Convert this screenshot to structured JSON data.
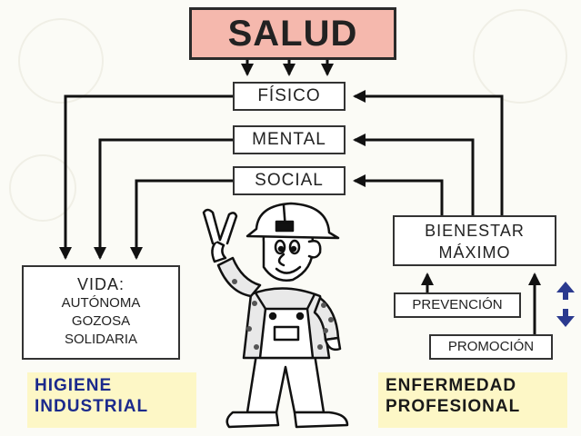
{
  "diagram": {
    "top": "SALUD",
    "components": [
      "FÍSICO",
      "MENTAL",
      "SOCIAL"
    ],
    "vida": {
      "title": "VIDA:",
      "lines": [
        "AUTÓNOMA",
        "GOZOSA",
        "SOLIDARIA"
      ]
    },
    "bienestar": [
      "BIENESTAR",
      "MÁXIMO"
    ],
    "prevencion": "PREVENCIÓN",
    "promocion": "PROMOCIÓN",
    "higiene": [
      "HIGIENE",
      "INDUSTRIAL"
    ],
    "enfermedad": [
      "ENFERMEDAD",
      "PROFESIONAL"
    ]
  },
  "colors": {
    "salud_fill": "#f5b8ad",
    "higiene_text": "#1b2a8c",
    "label_bg": "#fdf7c6",
    "updown_arrows": "#2b3a8f"
  },
  "icons": [
    "worker-illustration",
    "up-down-arrows-icon"
  ]
}
